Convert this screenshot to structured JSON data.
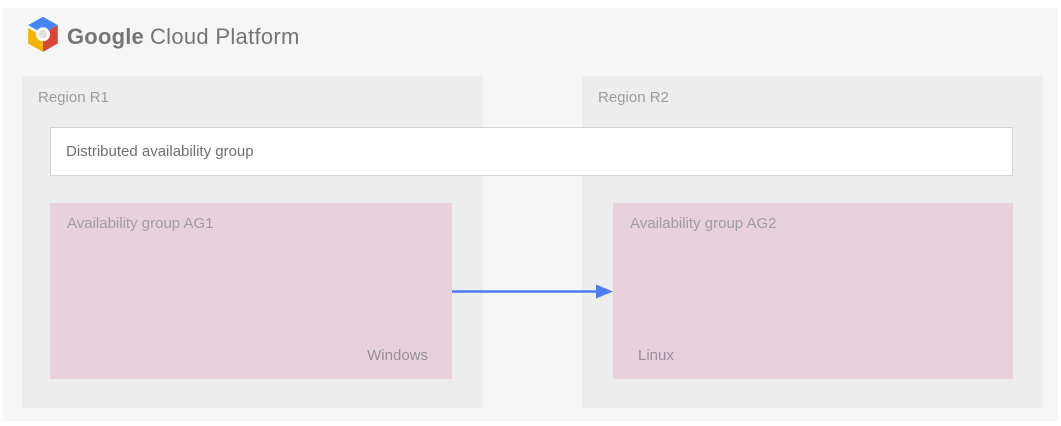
{
  "header": {
    "logo_icon": "google-cloud-platform-hexagon-logo",
    "brand_primary": "Google",
    "brand_secondary": "Cloud Platform"
  },
  "diagram": {
    "regions": [
      {
        "label": "Region R1"
      },
      {
        "label": "Region R2"
      }
    ],
    "distributed_availability_group": {
      "label": "Distributed availability group"
    },
    "availability_groups": [
      {
        "label": "Availability group AG1",
        "os_label": "Windows"
      },
      {
        "label": "Availability group AG2",
        "os_label": "Linux"
      }
    ],
    "connection": {
      "from": "Availability group AG1",
      "to": "Availability group AG2",
      "direction": "right"
    }
  },
  "colors": {
    "page_background": "#f6f6f7",
    "region_background": "#ededee",
    "availability_group_background": "#e8d0dc",
    "distributed_group_background": "#ffffff",
    "distributed_group_border": "#d5d5d6",
    "arrow_blue": "#4c7cf0",
    "logo_blue": "#4285f4",
    "logo_red": "#db4437",
    "logo_yellow": "#f5b400",
    "brand_text": "#757577",
    "muted_text": "#9c9c9f"
  }
}
